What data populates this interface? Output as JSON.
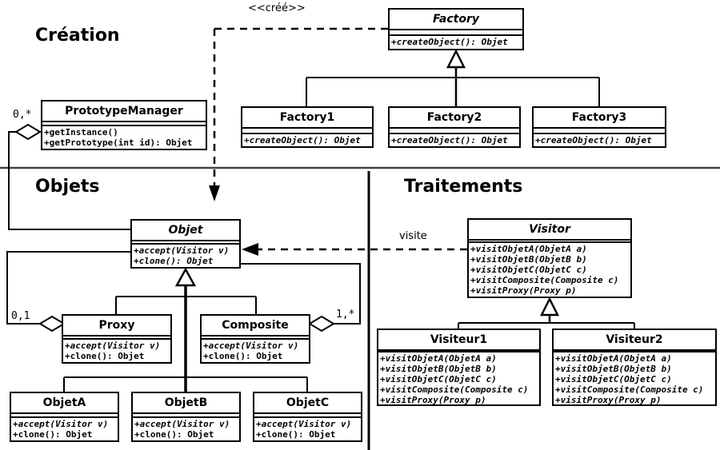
{
  "diagram": {
    "sections": [
      {
        "id": "creation",
        "title": "Création"
      },
      {
        "id": "objets",
        "title": "Objets"
      },
      {
        "id": "traitements",
        "title": "Traitements"
      }
    ],
    "labels": {
      "stereotype_cree": "<<créé>>",
      "visite": "visite",
      "mult_prototype_manager": "0,*",
      "mult_proxy": "0,1",
      "mult_composite": "1,*"
    },
    "classes": {
      "factory": {
        "name": "Factory",
        "abstract": true,
        "operations": [
          {
            "text": "+createObject(): Objet",
            "abstract": true
          }
        ]
      },
      "factory1": {
        "name": "Factory1",
        "abstract": false,
        "operations": [
          {
            "text": "+createObject(): Objet",
            "abstract": true
          }
        ]
      },
      "factory2": {
        "name": "Factory2",
        "abstract": false,
        "operations": [
          {
            "text": "+createObject(): Objet",
            "abstract": true
          }
        ]
      },
      "factory3": {
        "name": "Factory3",
        "abstract": false,
        "operations": [
          {
            "text": "+createObject(): Objet",
            "abstract": true
          }
        ]
      },
      "prototype_manager": {
        "name": "PrototypeManager",
        "abstract": false,
        "operations": [
          {
            "text": "+getInstance()",
            "abstract": false
          },
          {
            "text": "+getPrototype(int id): Objet",
            "abstract": false
          }
        ]
      },
      "objet": {
        "name": "Objet",
        "abstract": true,
        "operations": [
          {
            "text": "+accept(Visitor v)",
            "abstract": true
          },
          {
            "text": "+clone(): Objet",
            "abstract": true
          }
        ]
      },
      "proxy": {
        "name": "Proxy",
        "abstract": false,
        "operations": [
          {
            "text": "+accept(Visitor v)",
            "abstract": true
          },
          {
            "text": "+clone(): Objet",
            "abstract": false
          }
        ]
      },
      "composite": {
        "name": "Composite",
        "abstract": false,
        "operations": [
          {
            "text": "+accept(Visitor v)",
            "abstract": true
          },
          {
            "text": "+clone(): Objet",
            "abstract": false
          }
        ]
      },
      "objetA": {
        "name": "ObjetA",
        "abstract": false,
        "operations": [
          {
            "text": "+accept(Visitor v)",
            "abstract": true
          },
          {
            "text": "+clone(): Objet",
            "abstract": false
          }
        ]
      },
      "objetB": {
        "name": "ObjetB",
        "abstract": false,
        "operations": [
          {
            "text": "+accept(Visitor v)",
            "abstract": true
          },
          {
            "text": "+clone(): Objet",
            "abstract": false
          }
        ]
      },
      "objetC": {
        "name": "ObjetC",
        "abstract": false,
        "operations": [
          {
            "text": "+accept(Visitor v)",
            "abstract": true
          },
          {
            "text": "+clone(): Objet",
            "abstract": false
          }
        ]
      },
      "visitor": {
        "name": "Visitor",
        "abstract": true,
        "operations": [
          {
            "text": "+visitObjetA(ObjetA a)",
            "abstract": true
          },
          {
            "text": "+visitObjetB(ObjetB b)",
            "abstract": true
          },
          {
            "text": "+visitObjetC(ObjetC c)",
            "abstract": true
          },
          {
            "text": "+visitComposite(Composite c)",
            "abstract": true
          },
          {
            "text": "+visitProxy(Proxy p)",
            "abstract": true
          }
        ]
      },
      "visiteur1": {
        "name": "Visiteur1",
        "abstract": false,
        "operations": [
          {
            "text": "+visitObjetA(ObjetA a)",
            "abstract": true
          },
          {
            "text": "+visitObjetB(ObjetB b)",
            "abstract": true
          },
          {
            "text": "+visitObjetC(ObjetC c)",
            "abstract": true
          },
          {
            "text": "+visitComposite(Composite c)",
            "abstract": true
          },
          {
            "text": "+visitProxy(Proxy p)",
            "abstract": true
          }
        ]
      },
      "visiteur2": {
        "name": "Visiteur2",
        "abstract": false,
        "operations": [
          {
            "text": "+visitObjetA(ObjetA a)",
            "abstract": true
          },
          {
            "text": "+visitObjetB(ObjetB b)",
            "abstract": true
          },
          {
            "text": "+visitObjetC(ObjetC c)",
            "abstract": true
          },
          {
            "text": "+visitComposite(Composite c)",
            "abstract": true
          },
          {
            "text": "+visitProxy(Proxy p)",
            "abstract": true
          }
        ]
      }
    },
    "colors": {
      "stroke": "#000000",
      "background": "#ffffff",
      "divider": "#555555"
    }
  }
}
